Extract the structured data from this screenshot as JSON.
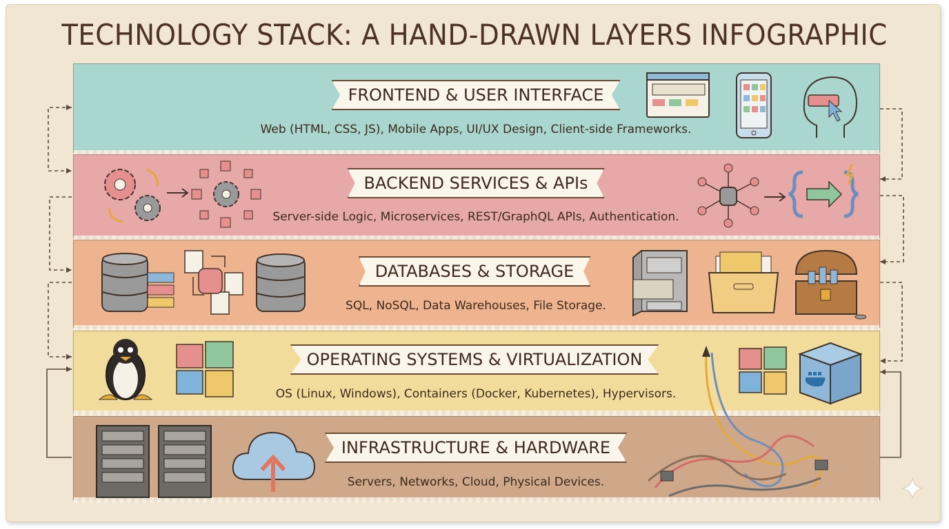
{
  "title": "TECHNOLOGY STACK: A HAND-DRAWN LAYERS INFOGRAPHIC",
  "layers": [
    {
      "heading": "FRONTEND & USER INTERFACE",
      "description": "Web (HTML, CSS, JS), Mobile Apps, UI/UX Design, Client-side Frameworks.",
      "color": "#a9d6cf",
      "icons": [
        "browser-window-icon",
        "smartphone-icon",
        "head-click-icon"
      ]
    },
    {
      "heading": "BACKEND SERVICES & APIs",
      "description": "Server-side Logic, Microservices, REST/GraphQL APIs, Authentication.",
      "color": "#e7a8a8",
      "icons": [
        "gears-icon",
        "microservice-gear-icon",
        "database-network-icon",
        "api-braces-icon"
      ]
    },
    {
      "heading": "DATABASES & STORAGE",
      "description": "SQL, NoSQL, Data Warehouses, File Storage.",
      "color": "#eeb48f",
      "icons": [
        "database-table-icon",
        "document-database-icon",
        "database-icon",
        "filing-cabinet-icon",
        "file-box-icon",
        "treasure-chest-icon"
      ]
    },
    {
      "heading": "OPERATING SYSTEMS & VIRTUALIZATION",
      "description": "OS (Linux, Windows), Containers (Docker, Kubernetes), Hypervisors.",
      "color": "#f1dc9c",
      "icons": [
        "linux-penguin-icon",
        "windows-logo-icon",
        "windows-logo-icon",
        "docker-box-icon"
      ]
    },
    {
      "heading": "INFRASTRUCTURE & HARDWARE",
      "description": "Servers, Networks, Cloud, Physical Devices.",
      "color": "#cfa88a",
      "icons": [
        "server-rack-icon",
        "server-rack-icon",
        "cloud-upload-icon",
        "power-cables-icon"
      ]
    }
  ]
}
